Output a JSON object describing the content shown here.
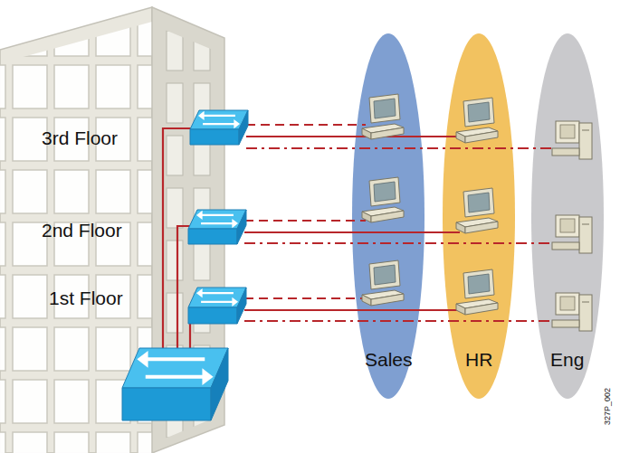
{
  "diagram": {
    "nodes": [
      {
        "text": [
          "Sales"
        ]
      },
      {
        "text": [
          "HR"
        ]
      },
      {
        "text": [
          "Eng"
        ]
      }
    ],
    "labels": [
      "3rd Floor",
      "2nd Floor",
      "1st Floor",
      "327P_002"
    ]
  }
}
